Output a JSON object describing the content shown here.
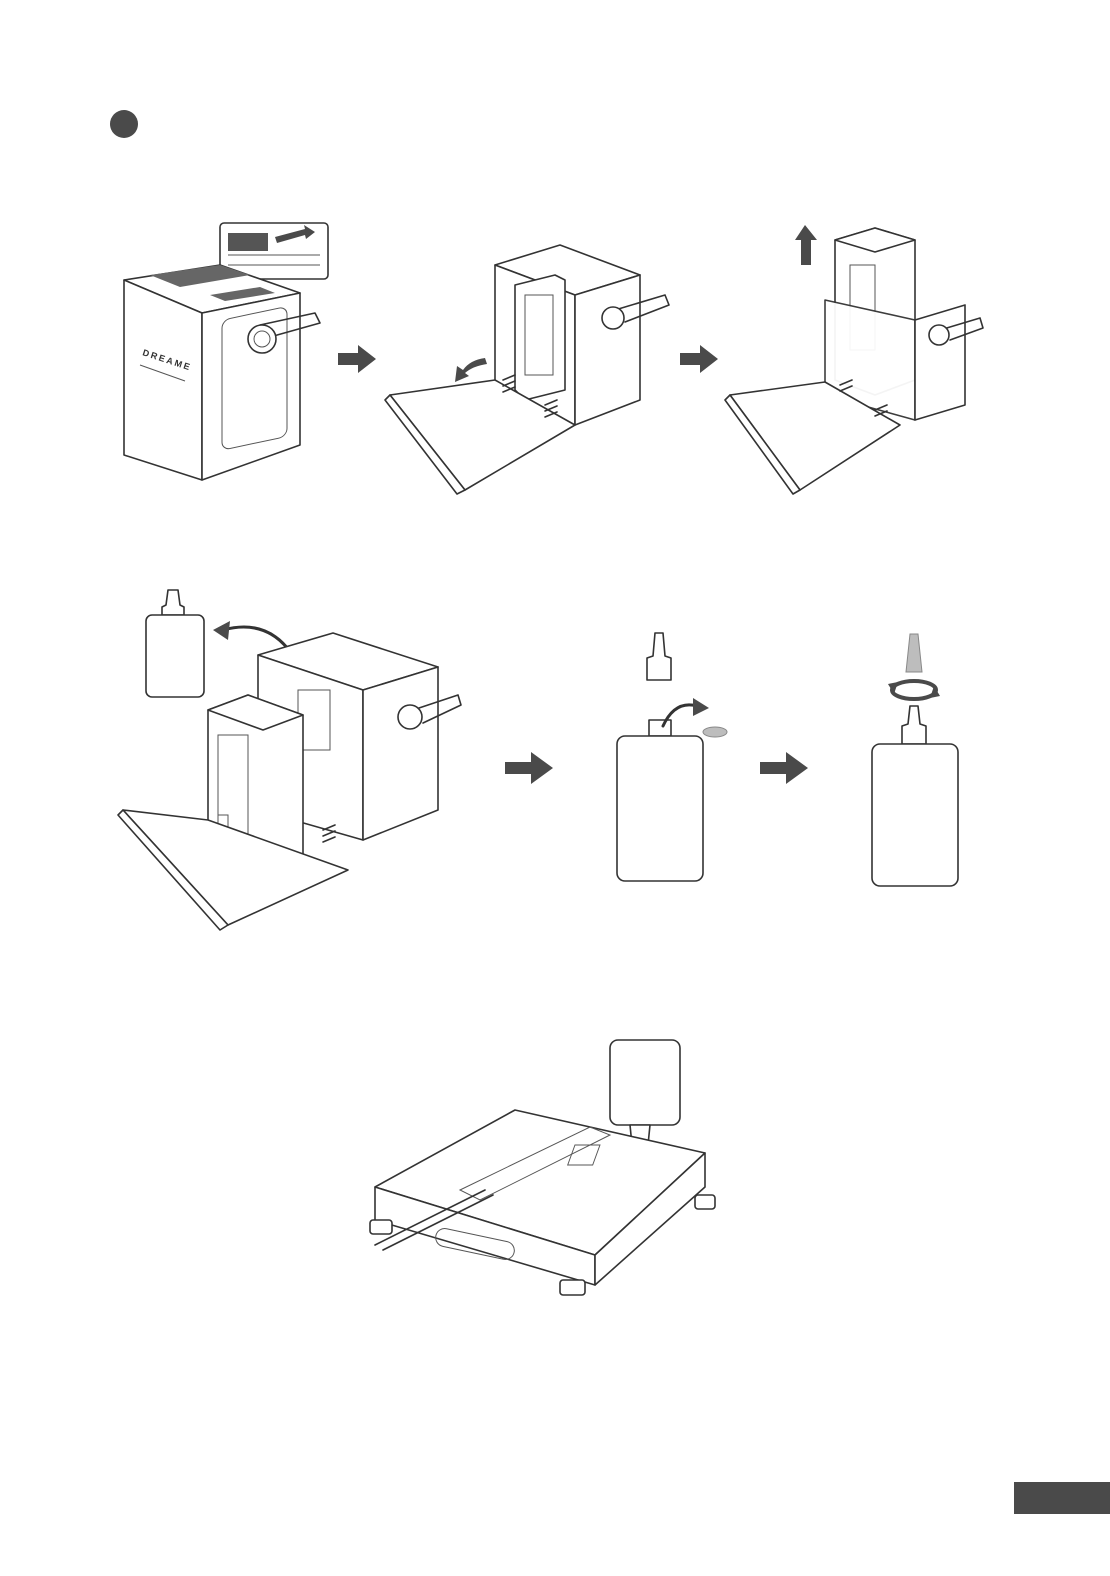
{
  "colors": {
    "line": "#333333",
    "arrow": "#4a4a4a",
    "step_dot": "#4a4a4a",
    "page_tab": "#4a4a4a",
    "cap_fill": "#bdbdbd"
  },
  "step_marker": {
    "icon": "filled-circle-icon"
  },
  "row1": {
    "panels": [
      {
        "name": "closed-base-station",
        "brand_label": "DREAME"
      },
      {
        "name": "open-door-base-station"
      },
      {
        "name": "lift-tank-out"
      }
    ],
    "arrows": [
      "arrow-right-icon",
      "arrow-right-icon"
    ]
  },
  "row2": {
    "panels": [
      {
        "name": "remove-bottle"
      },
      {
        "name": "remove-cap-seal"
      },
      {
        "name": "replace-nozzle"
      }
    ],
    "arrows": [
      "arrow-right-icon",
      "arrow-right-icon"
    ]
  },
  "row3": {
    "panels": [
      {
        "name": "pour-into-robot"
      }
    ]
  },
  "page_tab": {
    "icon": "page-tab-marker"
  }
}
